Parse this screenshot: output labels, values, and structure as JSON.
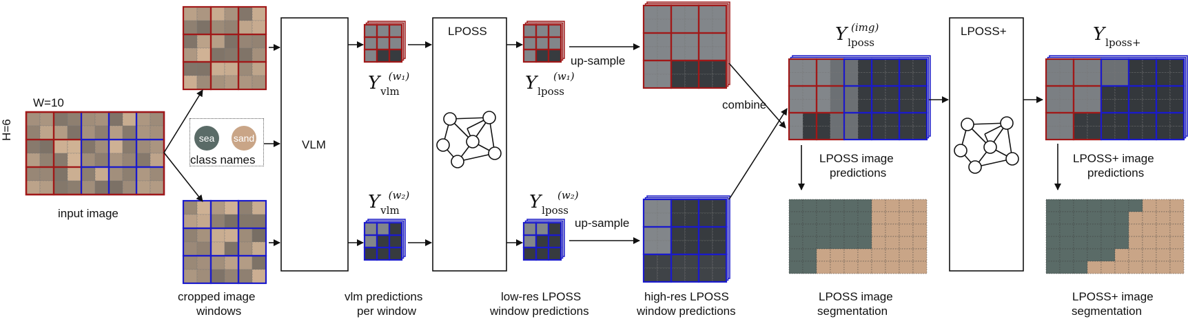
{
  "input": {
    "caption": "input image",
    "width_label": "W=10",
    "height_label": "H=6"
  },
  "classes": {
    "title": "class names",
    "items": [
      {
        "name": "sea",
        "color": "#5a6b67"
      },
      {
        "name": "sand",
        "color": "#c9a587"
      }
    ]
  },
  "windows": {
    "caption_line1": "cropped image",
    "caption_line2": "windows"
  },
  "vlm": {
    "box_label": "VLM",
    "caption_line1": "vlm predictions",
    "caption_line2": "per window",
    "w1_sub": "vlm",
    "w1_sup": "(w₁)",
    "w2_sub": "vlm",
    "w2_sup": "(w₂)"
  },
  "lposs": {
    "box_label": "LPOSS",
    "caption_line1": "low-res LPOSS",
    "caption_line2": "window predictions",
    "w1_sub": "lposs",
    "w1_sup": "(w₁)",
    "w2_sub": "lposs",
    "w2_sup": "(w₂)"
  },
  "upsample": {
    "label_top": "up-sample",
    "label_bottom": "up-sample",
    "caption_line1": "high-res LPOSS",
    "caption_line2": "window predictions"
  },
  "combine": {
    "label": "combine"
  },
  "lposs_img": {
    "math_sub": "lposs",
    "math_sup": "(img)",
    "pred_line1": "LPOSS image",
    "pred_line2": "predictions",
    "seg_line1": "LPOSS image",
    "seg_line2": "segmentation"
  },
  "lposs_plus": {
    "box_label": "LPOSS+",
    "math_sub": "lposs+",
    "pred_line1": "LPOSS+ image",
    "pred_line2": "predictions",
    "seg_line1": "LPOSS+ image",
    "seg_line2": "segmentation"
  },
  "colors": {
    "window1_border": "#a01818",
    "window2_border": "#1a1acc",
    "sea": "#5a6b67",
    "sand": "#c9a587"
  }
}
